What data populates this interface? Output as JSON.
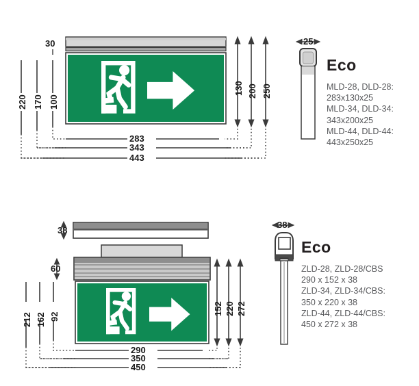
{
  "figures": {
    "top": {
      "name": "wall-mounted-exit-sign-drawing",
      "dimensions": {
        "left_vertical": [
          "220",
          "170",
          "100"
        ],
        "top_offset": "30",
        "right_vertical": [
          "130",
          "200",
          "250"
        ],
        "horizontal": [
          "283",
          "343",
          "443"
        ]
      },
      "sign": {
        "pictogram": "running-man-exit",
        "arrow": "arrow-right",
        "green": "#0f8a54",
        "white": "#ffffff"
      },
      "product_icon": {
        "depth_label": "25",
        "name": "wall-profile-side-view"
      },
      "label": {
        "title": "Eco",
        "specs": [
          "MLD-28, DLD-28:",
          "283x130x25",
          "MLD-34, DLD-34:",
          "343x200x25",
          "MLD-44, DLD-44:",
          "443x250x25"
        ]
      }
    },
    "bottom": {
      "name": "pendant-mounted-exit-sign-drawing",
      "dimensions": {
        "bar_thickness": "38",
        "top_offset": "60",
        "left_vertical": [
          "212",
          "162",
          "92"
        ],
        "right_vertical": [
          "152",
          "220",
          "272"
        ],
        "horizontal": [
          "290",
          "350",
          "450"
        ]
      },
      "sign": {
        "pictogram": "running-man-exit",
        "arrow": "arrow-right",
        "green": "#0f8a54",
        "white": "#ffffff"
      },
      "product_icon": {
        "depth_label": "38",
        "name": "pendant-fitting-side-view"
      },
      "label": {
        "title": "Eco",
        "specs": [
          "ZLD-28, ZLD-28/CBS",
          "290 x 152 x 38",
          "ZLD-34, ZLD-34/CBS:",
          "350 x 220 x 38",
          "ZLD-44, ZLD-44/CBS:",
          "450 x 272 x 38"
        ]
      }
    }
  },
  "colors": {
    "sign_green": "#0f8a54",
    "line": "#3a3a3a",
    "housing_light": "#d6d6d6",
    "housing_mid": "#b9b9b9",
    "housing_dark": "#7d7d7d",
    "spec_text": "#57585b"
  }
}
